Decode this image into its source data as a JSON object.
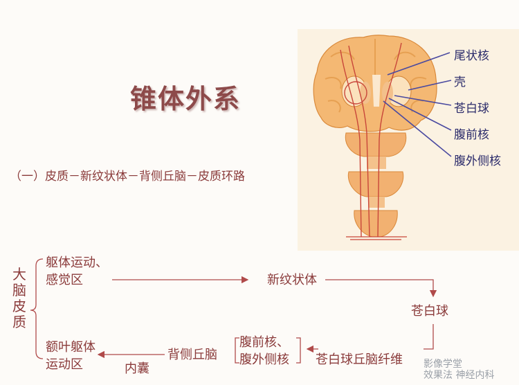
{
  "title": "锥体外系",
  "subtitle": "（一）皮质－新纹状体－背侧丘脑－皮质环路",
  "brain_labels": {
    "caudate": "尾状核",
    "putamen": "壳",
    "globus_pallidus": "苍白球",
    "ventral_anterior": "腹前核",
    "ventral_lateral": "腹外侧核"
  },
  "flow": {
    "cerebral_cortex": "大脑皮质",
    "motor_sensory_area_line1": "躯体运动、",
    "motor_sensory_area_line2": "感觉区",
    "neostriatum": "新纹状体",
    "globus_pallidus": "苍白球",
    "thalamic_nuclei_line1": "腹前核、",
    "thalamic_nuclei_line2": "腹外侧核",
    "pallido_thalamic_fibers": "苍白球丘脑纤维",
    "dorsal_thalamus": "背侧丘脑",
    "internal_capsule": "内囊",
    "frontal_motor_area_line1": "额叶躯体",
    "frontal_motor_area_line2": "运动区"
  },
  "watermark": "影像学堂\n效果法 神经内科"
}
